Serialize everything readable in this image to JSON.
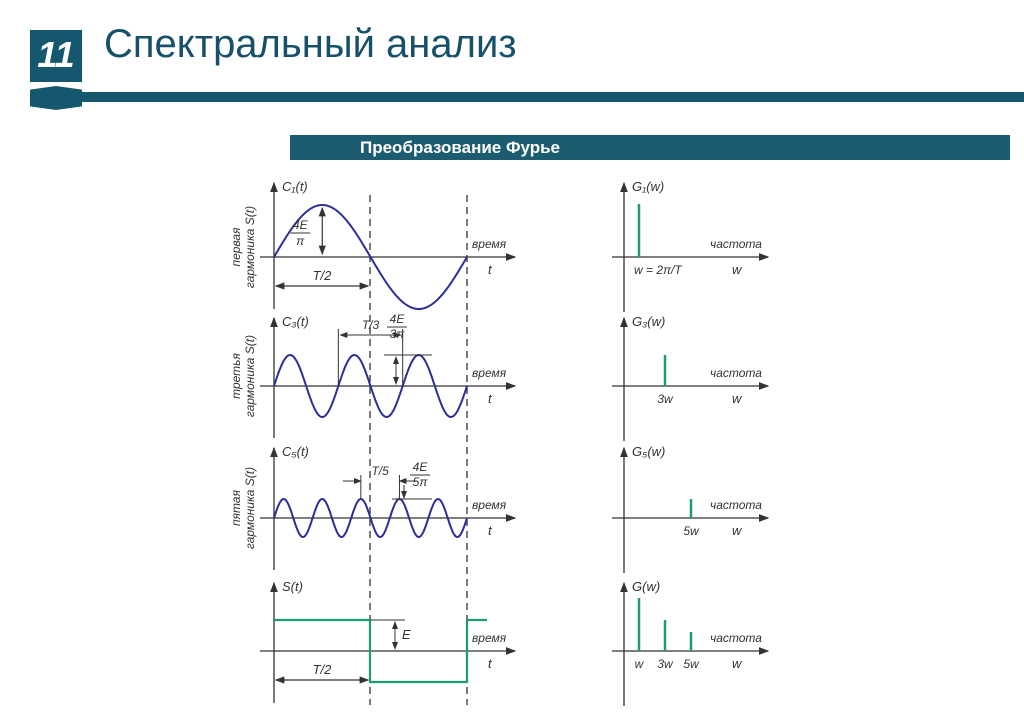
{
  "header": {
    "slide_number": "11",
    "title": "Спектральный анализ",
    "subtitle": "Преобразование Фурье"
  },
  "colors": {
    "brand": "#14576f",
    "wave": "#2e2e9a",
    "spectrum": "#1f9a72",
    "axis": "#333333"
  },
  "panels": [
    {
      "harmonic": 1,
      "side_label_1": "первая",
      "side_label_2": "гармоника S(t)",
      "y_label": "C₁(t)",
      "amp_label_num": "4E",
      "amp_label_den": "π",
      "period_label": "T/2",
      "time_label": "время",
      "t_label": "t",
      "spec_label": "G₁(w)",
      "freq_label": "частота",
      "w_label": "w",
      "spike_labels": [
        "w = 2π/T"
      ]
    },
    {
      "harmonic": 3,
      "side_label_1": "третья",
      "side_label_2": "гармоника S(t)",
      "y_label": "C₃(t)",
      "amp_label_num": "4E",
      "amp_label_den": "3π",
      "period_label": "T/3",
      "time_label": "время",
      "t_label": "t",
      "spec_label": "G₃(w)",
      "freq_label": "частота",
      "w_label": "w",
      "spike_labels": [
        "3w"
      ]
    },
    {
      "harmonic": 5,
      "side_label_1": "пятая",
      "side_label_2": "гармоника S(t)",
      "y_label": "C₅(t)",
      "amp_label_num": "4E",
      "amp_label_den": "5π",
      "period_label": "T/5",
      "time_label": "время",
      "t_label": "t",
      "spec_label": "G₅(w)",
      "freq_label": "частота",
      "w_label": "w",
      "spike_labels": [
        "5w"
      ]
    },
    {
      "harmonic": 0,
      "y_label": "S(t)",
      "amp_label": "E",
      "period_label": "T/2",
      "time_label": "время",
      "t_label": "t",
      "spec_label": "G(w)",
      "freq_label": "частота",
      "w_label": "w",
      "spike_labels": [
        "w",
        "3w",
        "5w"
      ]
    }
  ]
}
